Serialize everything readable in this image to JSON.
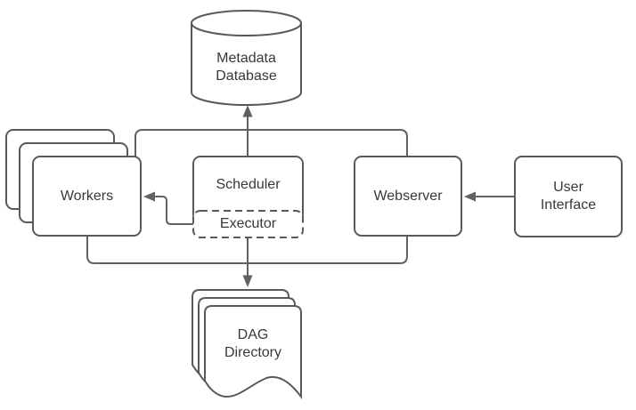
{
  "diagram": {
    "type": "architecture-flow-diagram",
    "colors": {
      "shape_stroke": "#595959",
      "connector_stroke": "#616161",
      "text": "#383838",
      "fill": "#ffffff",
      "background": "#ffffff"
    },
    "nodes": {
      "metadata_database": {
        "shape": "cylinder",
        "lines": [
          "Metadata",
          "Database"
        ]
      },
      "workers": {
        "shape": "stacked-rectangles",
        "label": "Workers"
      },
      "scheduler": {
        "shape": "rectangle",
        "label": "Scheduler"
      },
      "executor": {
        "shape": "dashed-rectangle",
        "label": "Executor"
      },
      "webserver": {
        "shape": "rectangle",
        "label": "Webserver"
      },
      "user_interface": {
        "shape": "rectangle",
        "lines": [
          "User",
          "Interface"
        ]
      },
      "dag_directory": {
        "shape": "stacked-documents",
        "lines": [
          "DAG",
          "Directory"
        ]
      }
    },
    "edges": [
      {
        "from": [
          "scheduler",
          "workers",
          "webserver"
        ],
        "to": "metadata_database",
        "arrow": true
      },
      {
        "from": [
          "executor"
        ],
        "to": "workers",
        "arrow": true
      },
      {
        "from": [
          "user_interface"
        ],
        "to": "webserver",
        "arrow": true
      },
      {
        "from": [
          "executor",
          "workers",
          "webserver"
        ],
        "to": "dag_directory",
        "arrow": true
      }
    ]
  }
}
